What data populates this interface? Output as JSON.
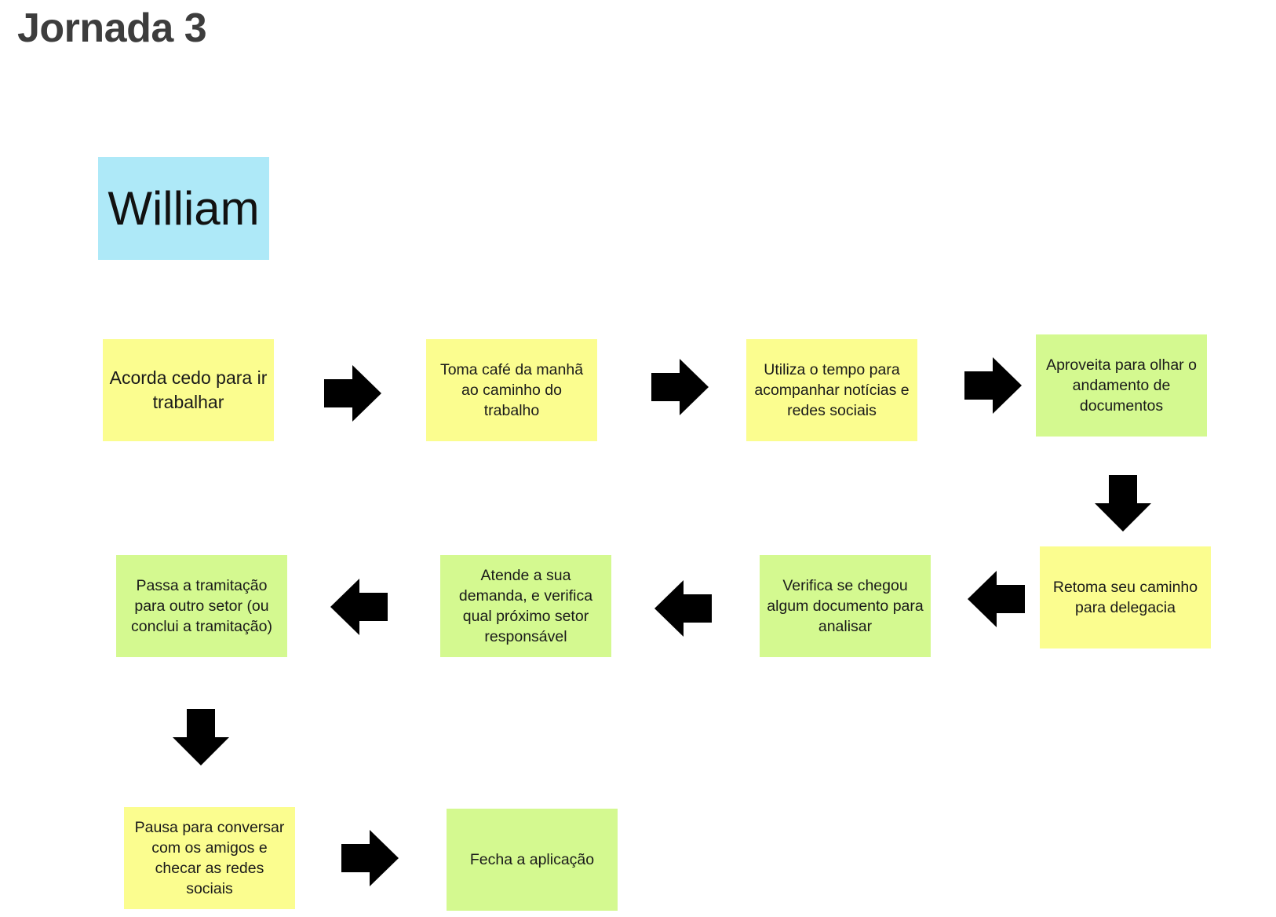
{
  "title": "Jornada 3",
  "persona": "William",
  "colors": {
    "persona": "#aee9f8",
    "yellow_note": "#fbfd8f",
    "green_note": "#d4f990",
    "arrow": "#000000"
  },
  "steps": [
    {
      "text": "Acorda cedo para ir trabalhar",
      "color": "yellow"
    },
    {
      "text": "Toma café da manhã ao caminho do trabalho",
      "color": "yellow"
    },
    {
      "text": "Utiliza o tempo para acompanhar notícias e redes sociais",
      "color": "yellow"
    },
    {
      "text": "Aproveita para olhar o andamento de documentos",
      "color": "green"
    },
    {
      "text": "Retoma seu caminho para delegacia",
      "color": "yellow"
    },
    {
      "text": "Verifica se chegou algum documento para analisar",
      "color": "green"
    },
    {
      "text": "Atende a sua demanda, e verifica qual próximo setor responsável",
      "color": "green"
    },
    {
      "text": "Passa a tramitação para outro setor (ou conclui a tramitação)",
      "color": "green"
    },
    {
      "text": "Pausa para conversar com os amigos e checar as redes sociais",
      "color": "yellow"
    },
    {
      "text": "Fecha a aplicação",
      "color": "green"
    }
  ],
  "arrows": [
    {
      "direction": "right",
      "icon": "arrow-right-icon"
    },
    {
      "direction": "right",
      "icon": "arrow-right-icon"
    },
    {
      "direction": "right",
      "icon": "arrow-right-icon"
    },
    {
      "direction": "down",
      "icon": "arrow-down-icon"
    },
    {
      "direction": "left",
      "icon": "arrow-left-icon"
    },
    {
      "direction": "left",
      "icon": "arrow-left-icon"
    },
    {
      "direction": "left",
      "icon": "arrow-left-icon"
    },
    {
      "direction": "down",
      "icon": "arrow-down-icon"
    },
    {
      "direction": "right",
      "icon": "arrow-right-icon"
    }
  ]
}
